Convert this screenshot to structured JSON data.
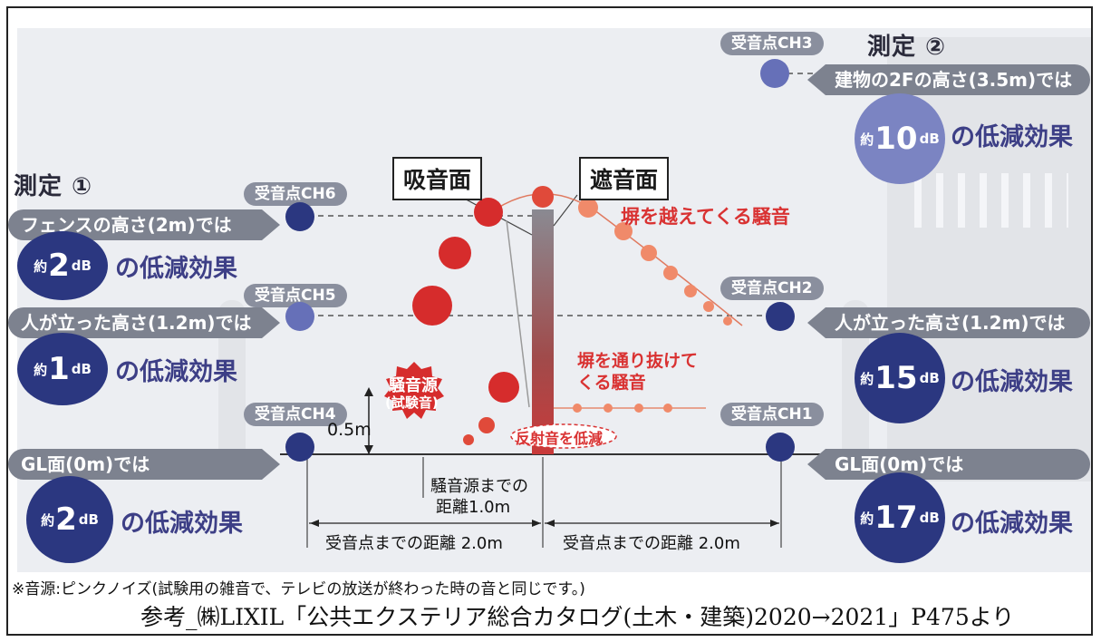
{
  "measurement1": {
    "title": "測定 ①"
  },
  "measurement2": {
    "title": "測定 ②"
  },
  "receivers": {
    "ch1": "受音点CH1",
    "ch2": "受音点CH2",
    "ch3": "受音点CH3",
    "ch4": "受音点CH4",
    "ch5": "受音点CH5",
    "ch6": "受音点CH6"
  },
  "left_levels": {
    "fence": {
      "tag": "フェンスの高さ(2m)では",
      "prefix": "約",
      "value": "2",
      "unit": "dB",
      "effect": "の低減効果"
    },
    "person": {
      "tag": "人が立った高さ(1.2m)では",
      "prefix": "約",
      "value": "1",
      "unit": "dB",
      "effect": "の低減効果"
    },
    "ground": {
      "tag": "GL面(0m)では",
      "prefix": "約",
      "value": "2",
      "unit": "dB",
      "effect": "の低減効果"
    }
  },
  "right_levels": {
    "building": {
      "tag": "建物の2Fの高さ(3.5m)では",
      "prefix": "約",
      "value": "10",
      "unit": "dB",
      "effect": "の低減効果"
    },
    "person": {
      "tag": "人が立った高さ(1.2m)では",
      "prefix": "約",
      "value": "15",
      "unit": "dB",
      "effect": "の低減効果"
    },
    "ground": {
      "tag": "GL面(0m)では",
      "prefix": "約",
      "value": "17",
      "unit": "dB",
      "effect": "の低減効果"
    }
  },
  "labels": {
    "absorb": "吸音面",
    "block": "遮音面",
    "over_wall": "塀を越えてくる騒音",
    "through_wall_1": "塀を通り抜けて",
    "through_wall_2": "くる騒音",
    "source_1": "騒音源",
    "source_2": "(試験音)",
    "reflect": "反射音を低減",
    "height": "0.5m"
  },
  "dimensions": {
    "to_source_1": "騒音源までの",
    "to_source_2": "距離1.0m",
    "to_receiver_left": "受音点までの距離 2.0m",
    "to_receiver_right": "受音点までの距離 2.0m"
  },
  "footnote": "※音源:ピンクノイズ(試験用の雑音で、テレビの放送が終わった時の音と同じです。)",
  "reference": "参考_㈱LIXIL「公共エクステリア総合カタログ(土木・建築)2020→2021」P475より",
  "colors": {
    "dark_circle": "#2b3780",
    "light_circle": "#7b84c2",
    "tag_gray": "#7d828f",
    "noise_red": "#d93232",
    "effect_text": "#3d3f86"
  }
}
